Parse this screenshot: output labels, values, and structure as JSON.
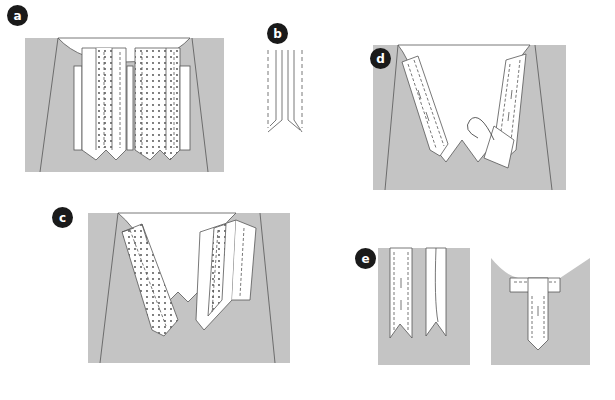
{
  "diagram": {
    "nodes": [
      {
        "text": [
          "a"
        ]
      },
      {
        "text": [
          "b"
        ]
      },
      {
        "text": [
          "c"
        ]
      },
      {
        "text": [
          "d"
        ]
      },
      {
        "text": [
          "e"
        ]
      }
    ]
  }
}
